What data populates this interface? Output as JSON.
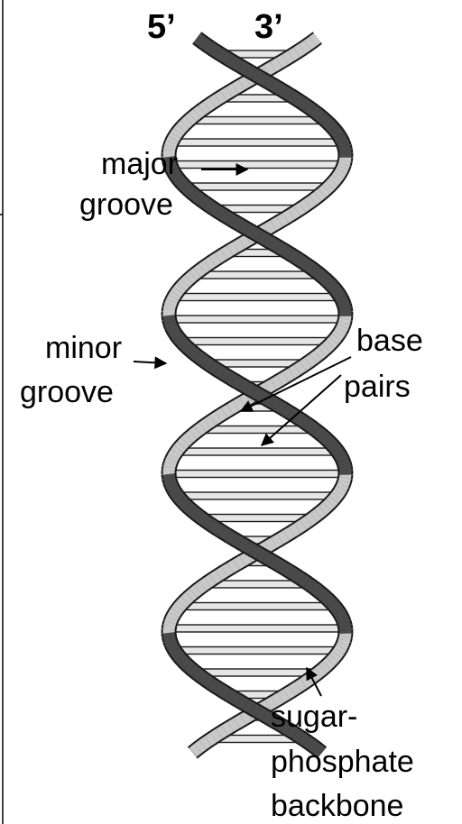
{
  "strand_ends": {
    "left": "5’",
    "right": "3’"
  },
  "labels": {
    "major_groove": [
      "major",
      "groove"
    ],
    "minor_groove": [
      "minor",
      "groove"
    ],
    "base_pairs": [
      "base",
      "pairs"
    ],
    "backbone": [
      "sugar-",
      "phosphate",
      "backbone"
    ]
  },
  "colors": {
    "dark_backbone": "#4a4a4a",
    "light_backbone": "#c9c9c9",
    "rung_fill": "#e6e6e6",
    "outline": "#1a1a1a"
  }
}
